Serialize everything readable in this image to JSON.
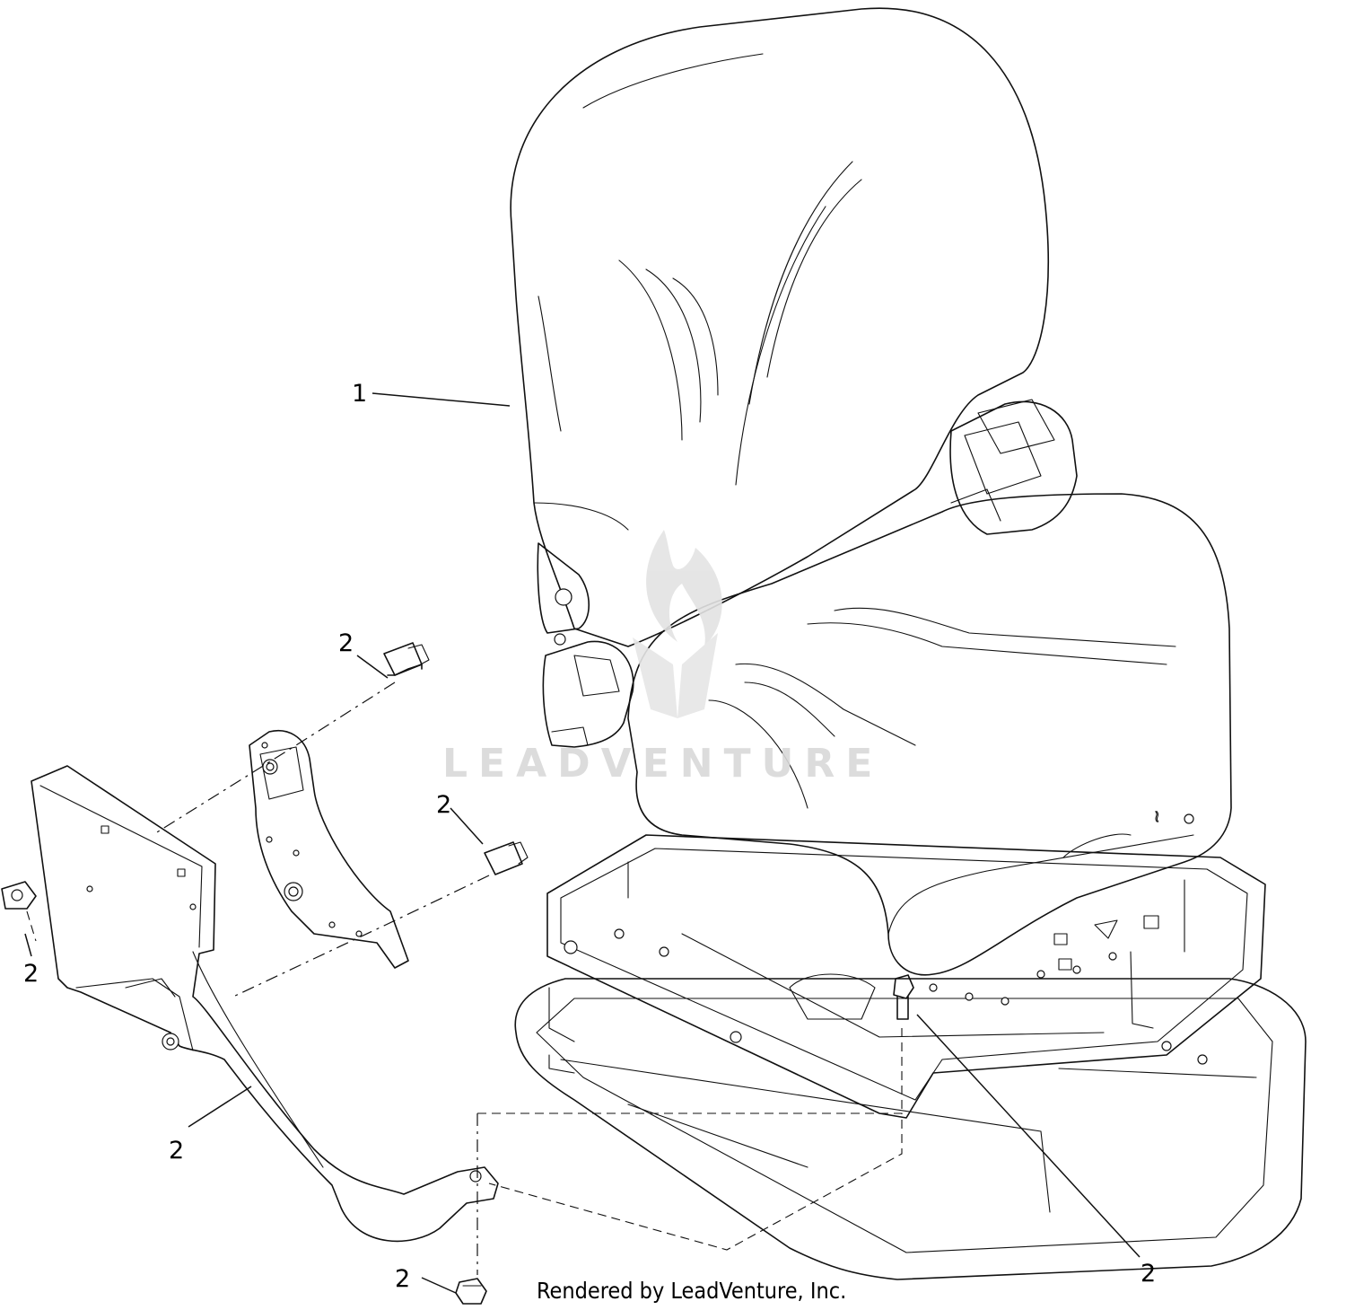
{
  "diagram": {
    "callouts": [
      {
        "label": "1"
      },
      {
        "label": "2"
      },
      {
        "label": "2"
      },
      {
        "label": "2"
      },
      {
        "label": "2"
      },
      {
        "label": "2"
      },
      {
        "label": "2"
      }
    ],
    "watermark": "LEADVENTURE",
    "footer": "Rendered by LeadVenture, Inc."
  }
}
